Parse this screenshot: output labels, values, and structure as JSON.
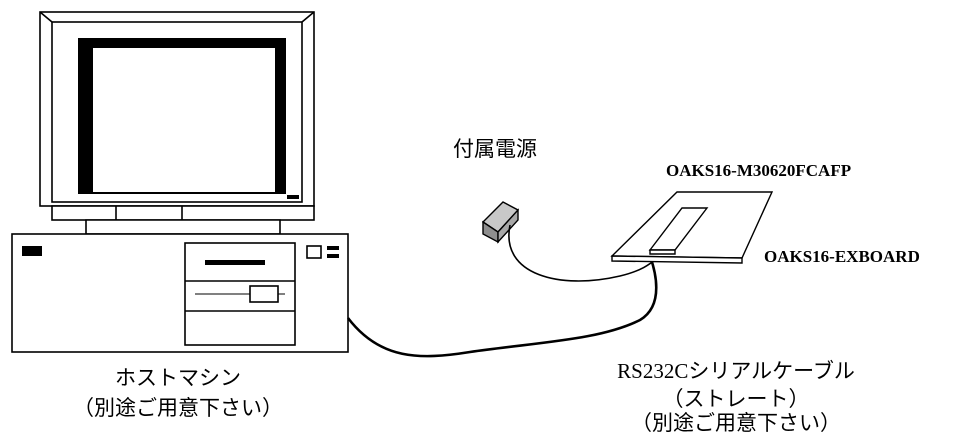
{
  "host": {
    "name": "ホストマシン",
    "note": "（別途ご用意下さい）"
  },
  "power": {
    "label": "付属電源"
  },
  "boards": {
    "cpu_board": "OAKS16-M30620FCAFP",
    "ex_board": "OAKS16-EXBOARD"
  },
  "cable": {
    "name": "RS232Cシリアルケーブル",
    "type": "（ストレート）",
    "note": "（別途ご用意下さい）"
  }
}
